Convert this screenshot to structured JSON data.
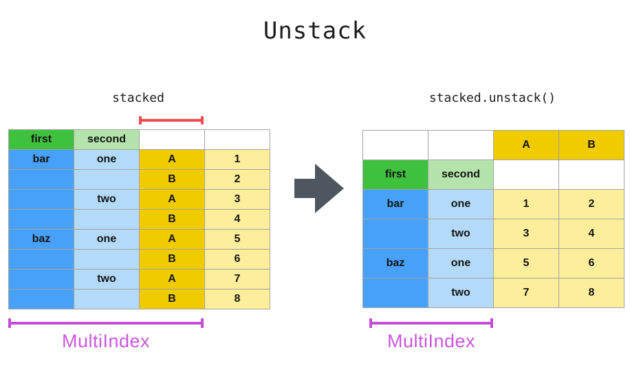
{
  "title": "Unstack",
  "left": {
    "label": "stacked",
    "bracket_label": "MultiIndex",
    "table": {
      "rows": [
        [
          {
            "t": "first",
            "s": "green"
          },
          {
            "t": "second",
            "s": "lightgreen"
          },
          {
            "t": "",
            "s": "white"
          },
          {
            "t": "",
            "s": "white"
          }
        ],
        [
          {
            "t": "bar",
            "s": "blue"
          },
          {
            "t": "one",
            "s": "lightblue"
          },
          {
            "t": "A",
            "s": "gold"
          },
          {
            "t": "1",
            "s": "lightyellow"
          }
        ],
        [
          {
            "t": "",
            "s": "blue"
          },
          {
            "t": "",
            "s": "lightblue"
          },
          {
            "t": "B",
            "s": "gold"
          },
          {
            "t": "2",
            "s": "lightyellow"
          }
        ],
        [
          {
            "t": "",
            "s": "blue"
          },
          {
            "t": "two",
            "s": "lightblue"
          },
          {
            "t": "A",
            "s": "gold"
          },
          {
            "t": "3",
            "s": "lightyellow"
          }
        ],
        [
          {
            "t": "",
            "s": "blue"
          },
          {
            "t": "",
            "s": "lightblue"
          },
          {
            "t": "B",
            "s": "gold"
          },
          {
            "t": "4",
            "s": "lightyellow"
          }
        ],
        [
          {
            "t": "baz",
            "s": "blue"
          },
          {
            "t": "one",
            "s": "lightblue"
          },
          {
            "t": "A",
            "s": "gold"
          },
          {
            "t": "5",
            "s": "lightyellow"
          }
        ],
        [
          {
            "t": "",
            "s": "blue"
          },
          {
            "t": "",
            "s": "lightblue"
          },
          {
            "t": "B",
            "s": "gold"
          },
          {
            "t": "6",
            "s": "lightyellow"
          }
        ],
        [
          {
            "t": "",
            "s": "blue"
          },
          {
            "t": "two",
            "s": "lightblue"
          },
          {
            "t": "A",
            "s": "gold"
          },
          {
            "t": "7",
            "s": "lightyellow"
          }
        ],
        [
          {
            "t": "",
            "s": "blue"
          },
          {
            "t": "",
            "s": "lightblue"
          },
          {
            "t": "B",
            "s": "gold"
          },
          {
            "t": "8",
            "s": "lightyellow"
          }
        ]
      ]
    }
  },
  "right": {
    "label": "stacked.unstack()",
    "bracket_label": "MultiIndex",
    "table": {
      "rows": [
        [
          {
            "t": "",
            "s": "white"
          },
          {
            "t": "",
            "s": "white"
          },
          {
            "t": "A",
            "s": "gold"
          },
          {
            "t": "B",
            "s": "gold"
          }
        ],
        [
          {
            "t": "first",
            "s": "green"
          },
          {
            "t": "second",
            "s": "lightgreen"
          },
          {
            "t": "",
            "s": "white"
          },
          {
            "t": "",
            "s": "white"
          }
        ],
        [
          {
            "t": "bar",
            "s": "blue"
          },
          {
            "t": "one",
            "s": "lightblue"
          },
          {
            "t": "1",
            "s": "lightyellow"
          },
          {
            "t": "2",
            "s": "lightyellow"
          }
        ],
        [
          {
            "t": "",
            "s": "blue"
          },
          {
            "t": "two",
            "s": "lightblue"
          },
          {
            "t": "3",
            "s": "lightyellow"
          },
          {
            "t": "4",
            "s": "lightyellow"
          }
        ],
        [
          {
            "t": "baz",
            "s": "blue"
          },
          {
            "t": "one",
            "s": "lightblue"
          },
          {
            "t": "5",
            "s": "lightyellow"
          },
          {
            "t": "6",
            "s": "lightyellow"
          }
        ],
        [
          {
            "t": "",
            "s": "blue"
          },
          {
            "t": "two",
            "s": "lightblue"
          },
          {
            "t": "7",
            "s": "lightyellow"
          },
          {
            "t": "8",
            "s": "lightyellow"
          }
        ]
      ]
    }
  },
  "colors": {
    "green": "#3ec23e",
    "lightgreen": "#b4e4ab",
    "blue": "#47a1f8",
    "lightblue": "#b3daf9",
    "gold": "#f0cb00",
    "lightyellow": "#fcee9a",
    "red": "#f14b50",
    "magenta": "#c44ed8",
    "magenta_text": "#cb57de",
    "arrow": "#4e565f",
    "grid": "#a3a3a3"
  }
}
